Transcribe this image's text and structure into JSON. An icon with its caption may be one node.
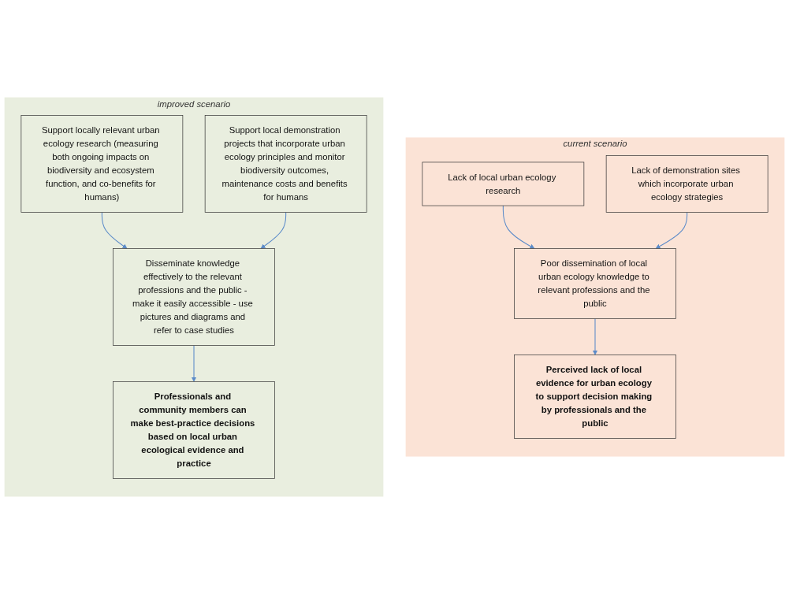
{
  "diagram": {
    "nodes": [
      {
        "text": [
          "current scenario"
        ]
      },
      {
        "text": [
          "Lack of local urban ecology research"
        ],
        "in": 0
      },
      {
        "text": [
          "Poor dissemination of local urban ecology knowledge to relevant professions and the public"
        ],
        "in": 0
      },
      {
        "text": [
          "Lack of demonstration sites which incorporate urban ecology strategies"
        ],
        "in": 0
      },
      {
        "text": [
          "Perceived lack of local evidence for urban ecology to support decision making by professionals and the public"
        ],
        "in": 0
      },
      {
        "text": [
          "improved scenario"
        ]
      },
      {
        "text": [
          "Support locally relevant urban ecology research (measuring both ongoing impacts on biodiversity and ecosystem function, and co-benefits for humans)"
        ],
        "in": 5
      },
      {
        "text": [
          "Disseminate knowledge effectively to the relevant professions and the public - make it easily accessible - use pictures and diagrams and refer to case studies"
        ],
        "in": 5
      },
      {
        "text": [
          "Support local demonstration projects that incorporate urban ecology principles and monitor biodiversity outcomes, maintenance costs and benefits for humans"
        ],
        "in": 5
      },
      {
        "text": [
          "Professionals and community members can make best-practice decisions based on local urban ecological evidence and practice"
        ],
        "in": 5
      }
    ],
    "edges": [
      {
        "from": 1,
        "to": 2,
        "arrow": "to"
      },
      {
        "from": 3,
        "to": 2,
        "arrow": "to"
      },
      {
        "from": 2,
        "to": 4,
        "arrow": "to"
      },
      {
        "from": 6,
        "to": 7,
        "arrow": "to"
      },
      {
        "from": 8,
        "to": 7,
        "arrow": "to"
      },
      {
        "from": 7,
        "to": 9,
        "arrow": "to"
      }
    ]
  }
}
